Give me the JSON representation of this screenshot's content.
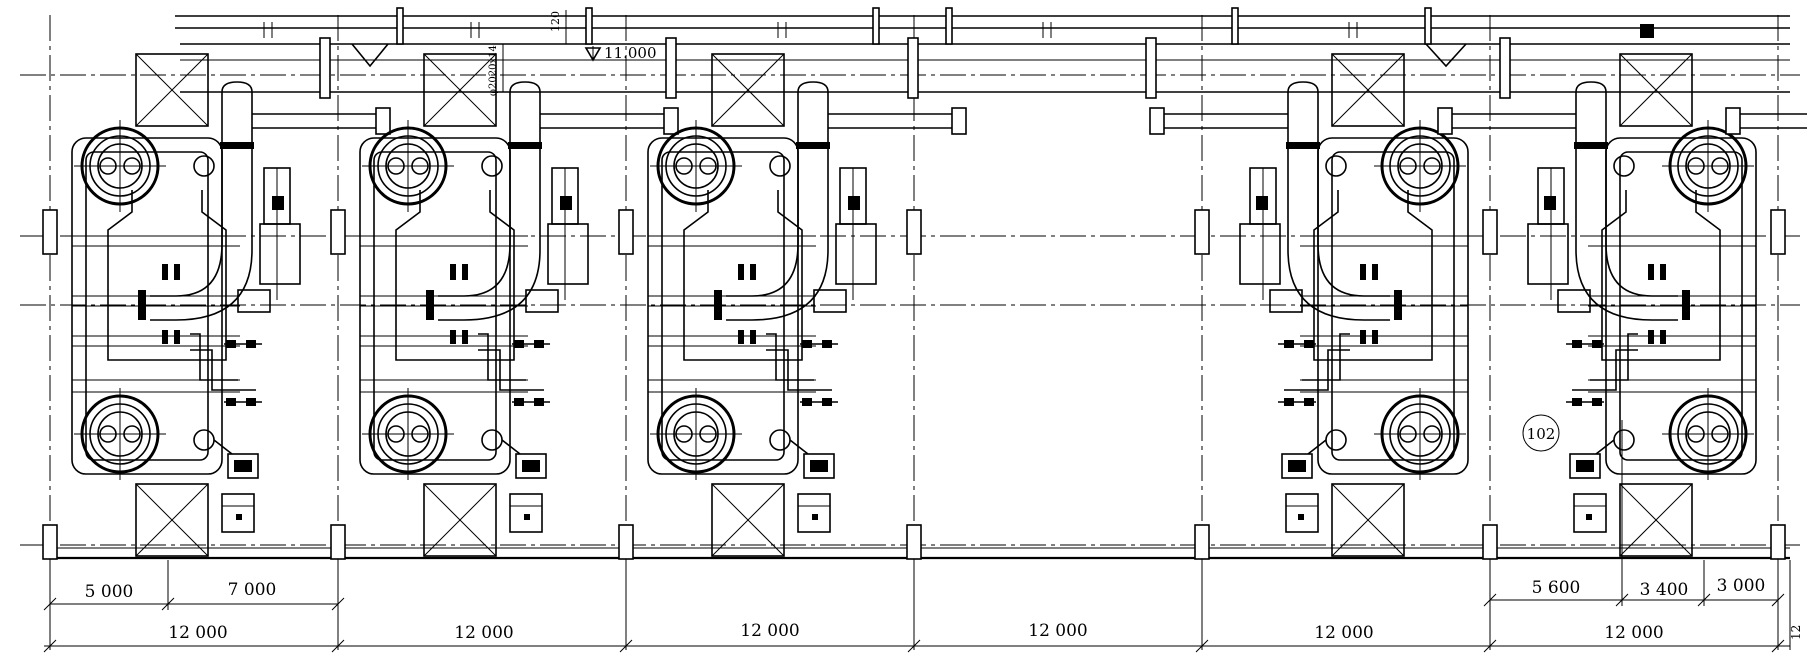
{
  "drawing": {
    "elevation_label": "11.000",
    "dim_small_a": "120",
    "dim_small_b": "φ2020x14",
    "callout": "102",
    "dimensions_lower": {
      "seg_5000": "5 000",
      "seg_7000": "7 000",
      "seg_5600": "5 600",
      "seg_3400": "3 400",
      "seg_3000": "3 000"
    },
    "dimensions_bays": [
      "12 000",
      "12 000",
      "12 000",
      "12 000",
      "12 000",
      "12 000"
    ],
    "dimension_end": "12"
  }
}
